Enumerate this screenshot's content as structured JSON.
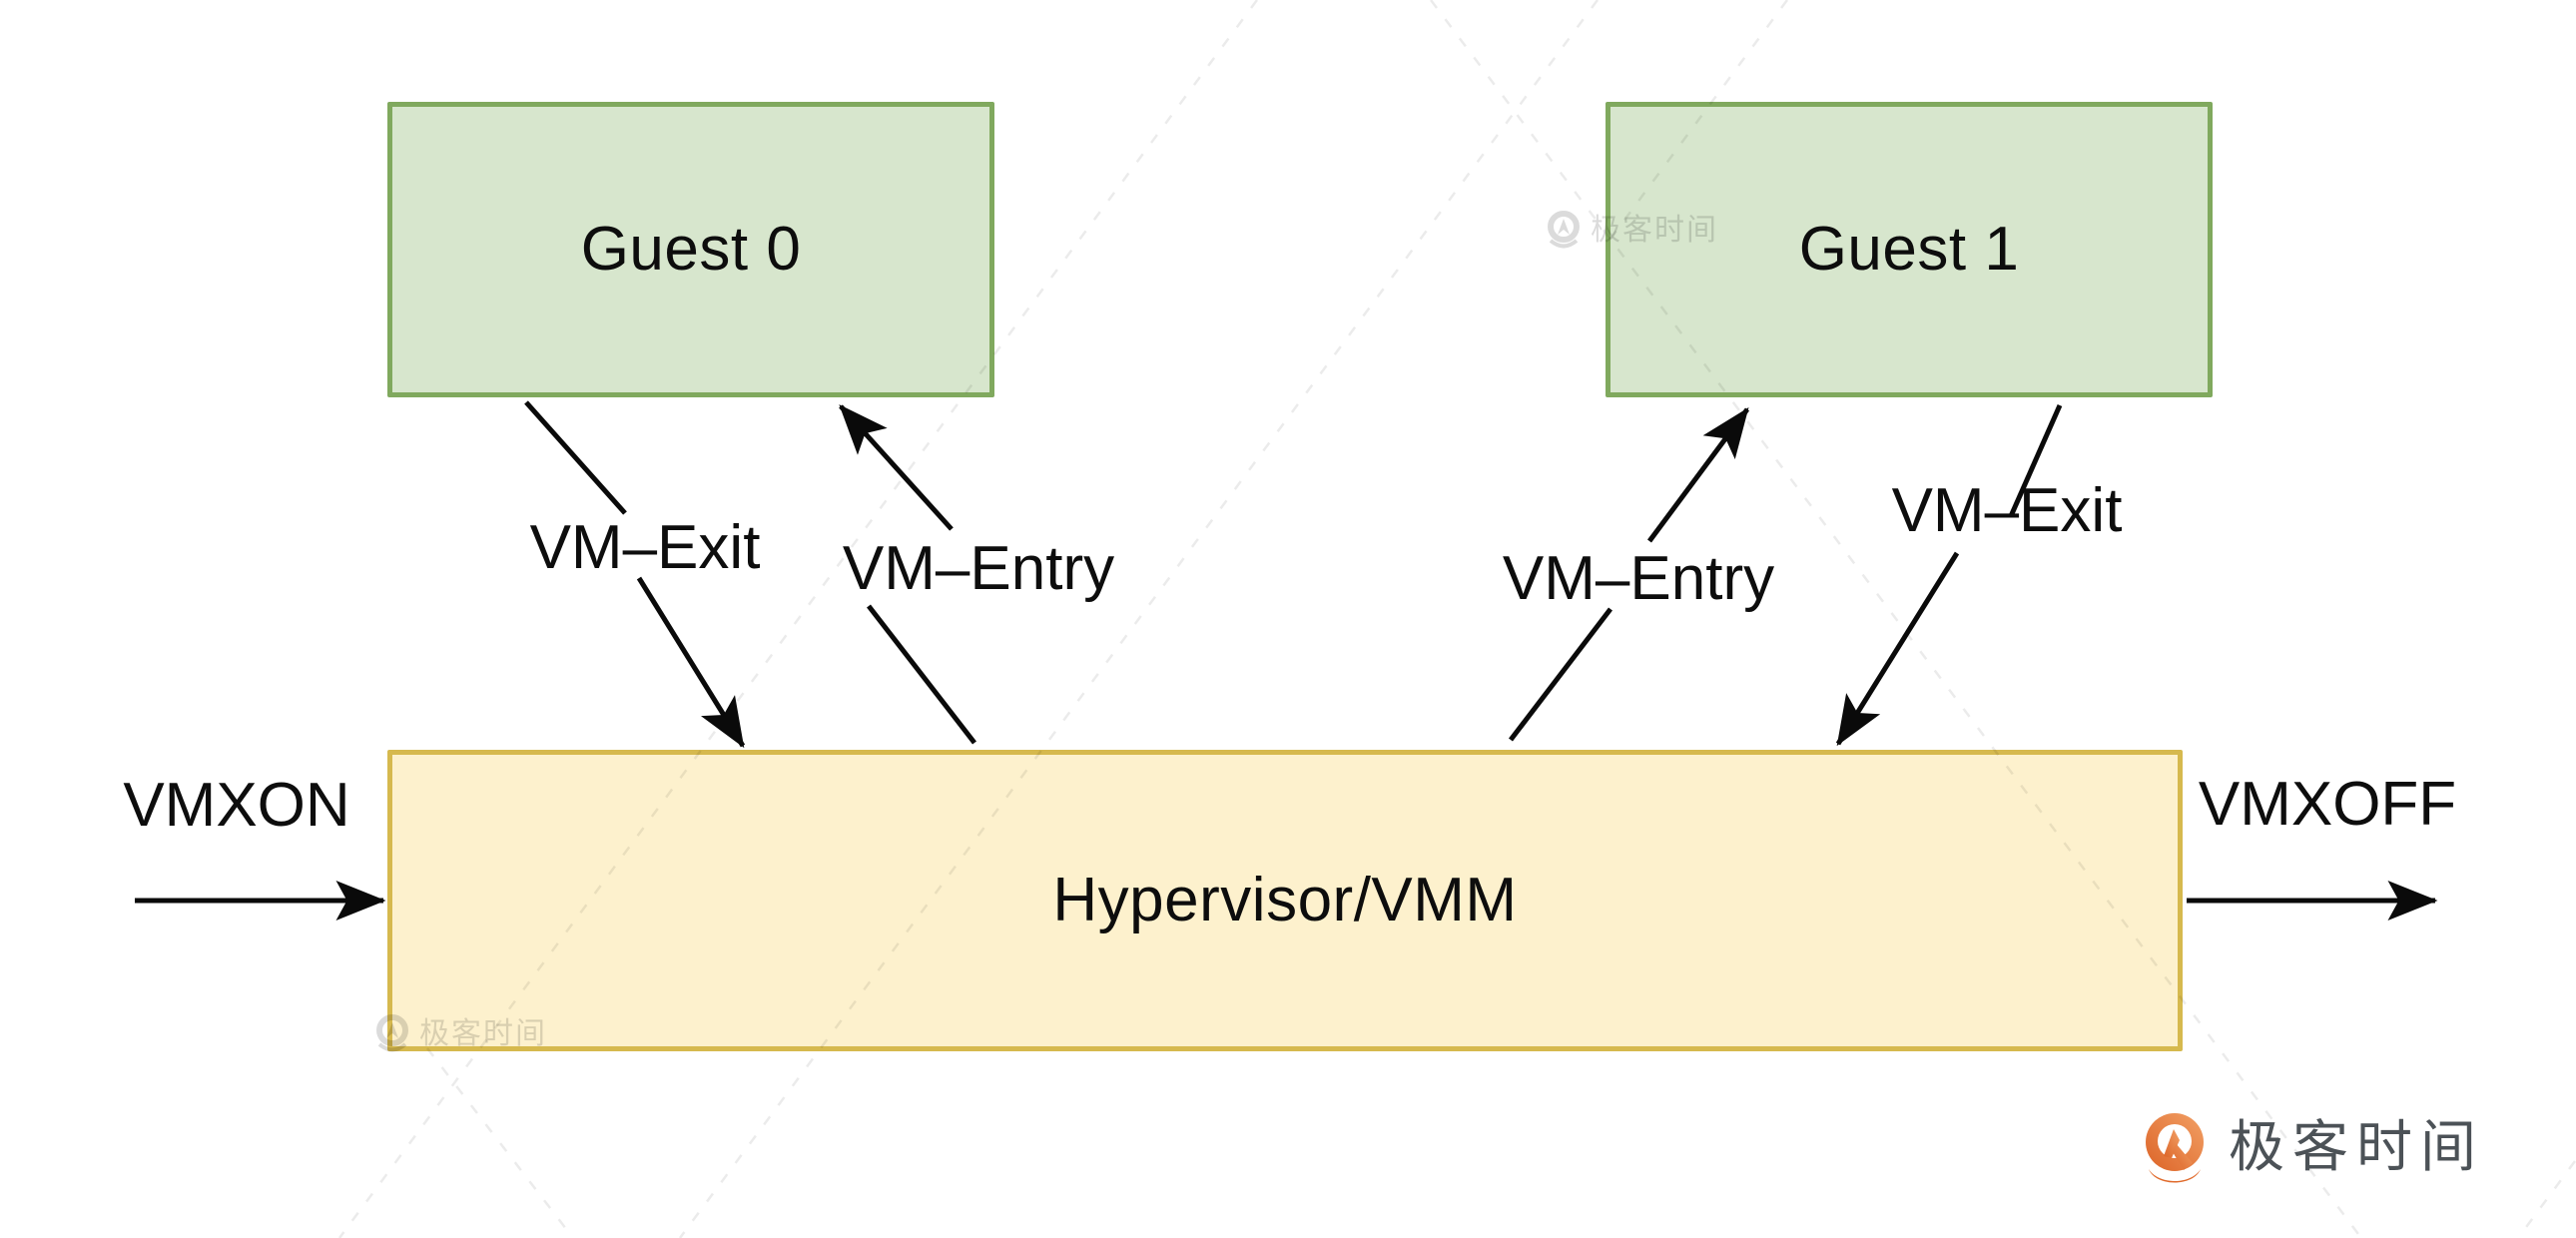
{
  "diagram": {
    "guest0_label": "Guest 0",
    "guest1_label": "Guest 1",
    "hypervisor_label": "Hypervisor/VMM",
    "vmxon_label": "VMXON",
    "vmxoff_label": "VMXOFF",
    "left_vm_exit_label": "VM–Exit",
    "left_vm_entry_label": "VM–Entry",
    "right_vm_entry_label": "VM–Entry",
    "right_vm_exit_label": "VM–Exit",
    "colors": {
      "guest_fill": "#d7e6cd",
      "guest_border": "#80a95e",
      "hypervisor_fill": "#fdf1cd",
      "hypervisor_border": "#d6b94e",
      "arrow": "#0a0a0a",
      "brand_orange": "#e06a2b",
      "brand_orange_light": "#f2a065",
      "brand_text": "#4c5257"
    }
  },
  "watermark": {
    "brand_text": "极客时间"
  },
  "footer": {
    "brand_text": "极客时间"
  }
}
